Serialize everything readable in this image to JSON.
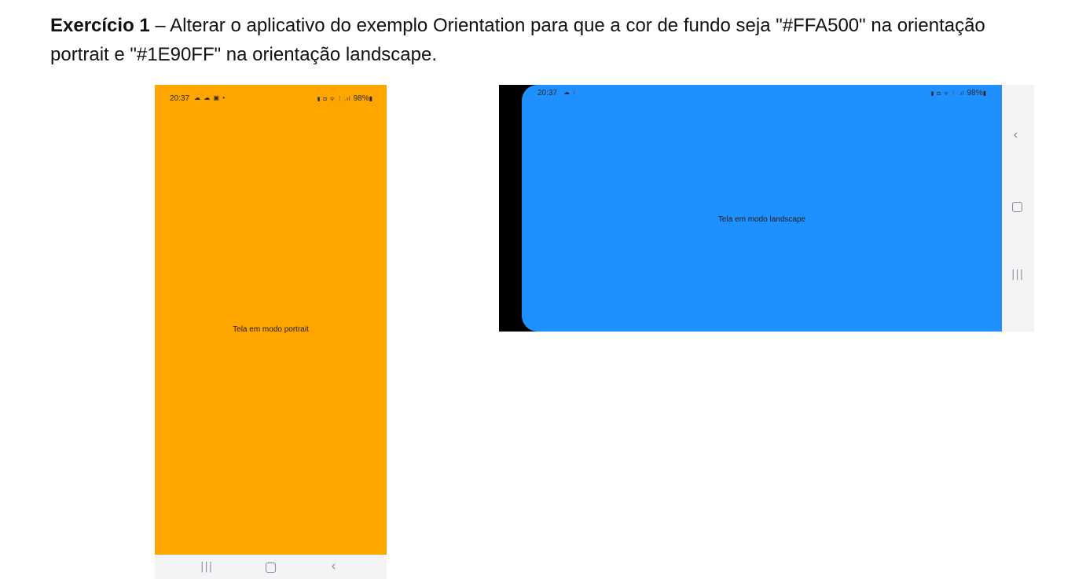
{
  "exercise": {
    "title": "Exercício 1",
    "text": " – Alterar o aplicativo do exemplo Orientation para que a cor de fundo seja \"#FFA500\" na orientação portrait e \"#1E90FF\" na orientação landscape."
  },
  "portrait": {
    "background_color": "#FFA500",
    "status_time": "20:37",
    "status_left_icons": "☁ ☁ ▣ •",
    "status_right_icons": "▮ ◘ ᯤ ᛙ .ıl",
    "battery": "98%",
    "label": "Tela em modo portrait",
    "nav": {
      "recent_icon": "|||",
      "back_icon": "‹"
    }
  },
  "landscape": {
    "background_color": "#1E90FF",
    "status_time": "20:37",
    "status_left_icons": "☁ ⁝",
    "status_right_icons": "▮ ◘ ᯤ ᛙ .ıl",
    "battery": "98%",
    "label": "Tela em modo landscape",
    "nav": {
      "back_icon": "‹",
      "recent_icon": "|||"
    }
  }
}
